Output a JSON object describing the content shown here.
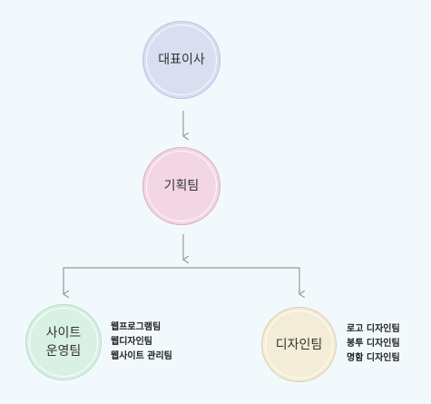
{
  "nodes": {
    "ceo": {
      "label": "대표이사"
    },
    "planning": {
      "label": "기획팀"
    },
    "site_ops": {
      "label": "사이트\n운영팀",
      "duties": [
        "웹프로그램팀",
        "웹디자인팀",
        "웹사이트 관리팀"
      ]
    },
    "design": {
      "label": "디자인팀",
      "duties": [
        "로고 디자인팀",
        "봉투 디자인팀",
        "명함 디자인팀"
      ]
    }
  },
  "colors": {
    "ceo": "#d9dff1",
    "planning": "#f3d6e3",
    "site_ops": "#d9f0e5",
    "design": "#f3ecd6",
    "connector": "#9a9a9a"
  }
}
